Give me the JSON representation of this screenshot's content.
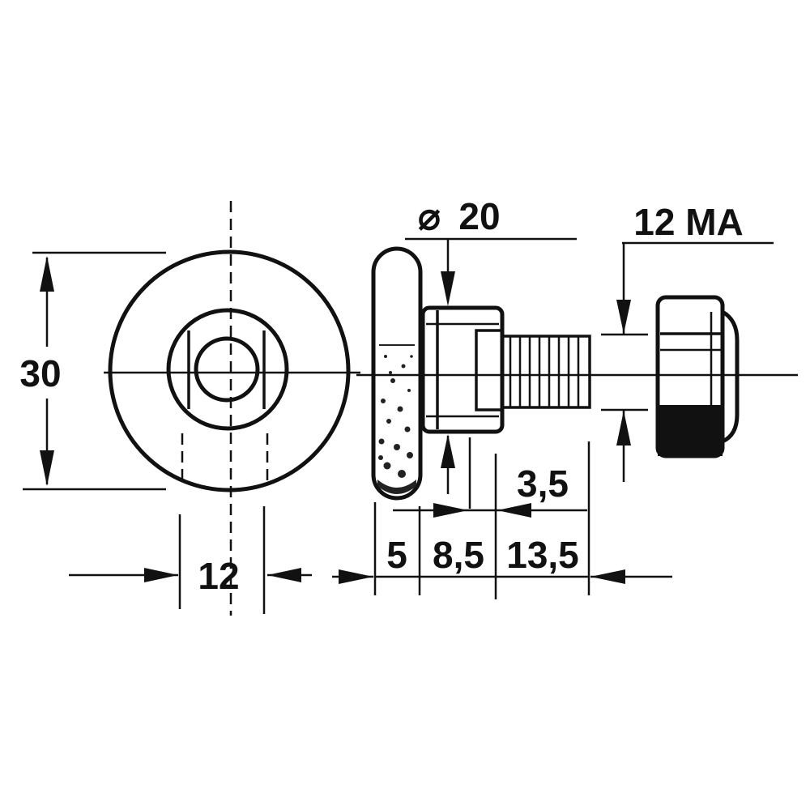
{
  "dimensions": {
    "diameter_30": "30",
    "width_12": "12",
    "diameter_20": "20",
    "diameter_symbol": "⌀",
    "thread_12MA": "12 MA",
    "offset_3_5": "3,5",
    "seg_5": "5",
    "seg_8_5": "8,5",
    "seg_13_5": "13,5"
  }
}
